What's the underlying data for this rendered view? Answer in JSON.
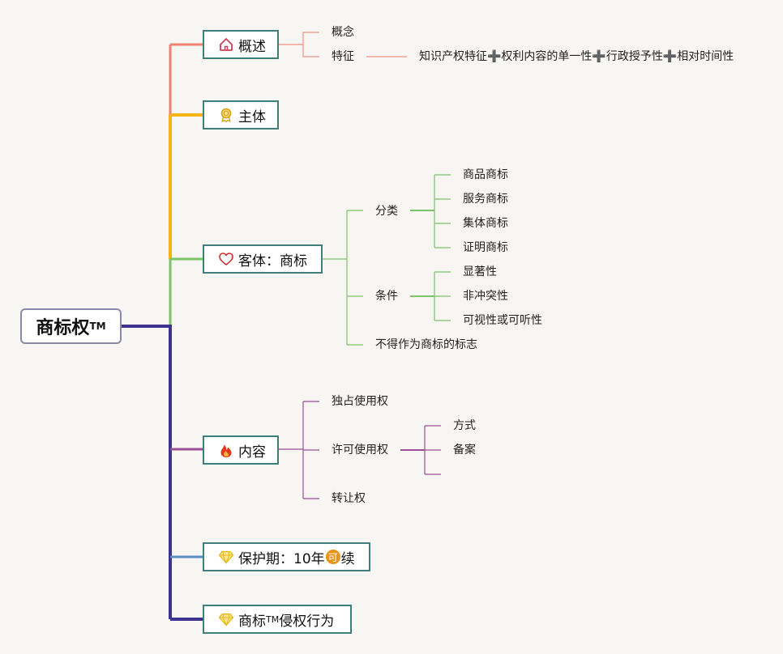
{
  "root": {
    "label": "商标权",
    "tm": "TM"
  },
  "topics": {
    "overview": {
      "label": "概述",
      "color": "#f08070",
      "icon": "home-icon",
      "items": {
        "concept": "概念",
        "feature": "特征",
        "feature_detail": "知识产权特征➕权利内容的单一性➕行政授予性➕相对时间性"
      }
    },
    "subject": {
      "label": "主体",
      "color": "#f5b316",
      "icon": "award-icon"
    },
    "object": {
      "label": "客体：商标",
      "color": "#7cc46a",
      "icon": "heart-icon",
      "classification": {
        "label": "分类",
        "items": [
          "商品商标",
          "服务商标",
          "集体商标",
          "证明商标"
        ]
      },
      "conditions": {
        "label": "条件",
        "items": [
          "显著性",
          "非冲突性",
          "可视性或可听性"
        ]
      },
      "prohibited": "不得作为商标的标志"
    },
    "content": {
      "label": "内容",
      "color": "#9b4f96",
      "icon": "fire-icon",
      "exclusive": "独占使用权",
      "license": {
        "label": "许可使用权",
        "items": [
          "方式",
          "备案"
        ]
      },
      "transfer": "转让权"
    },
    "protection": {
      "label_prefix": "保护期：10年",
      "badge": "可",
      "label_suffix": "续",
      "color": "#5b8cc8",
      "icon": "diamond-icon"
    },
    "infringement": {
      "label_prefix": "商标",
      "tm": "TM",
      "label_suffix": "侵权行为",
      "color": "#3d3290",
      "icon": "diamond-icon"
    }
  }
}
